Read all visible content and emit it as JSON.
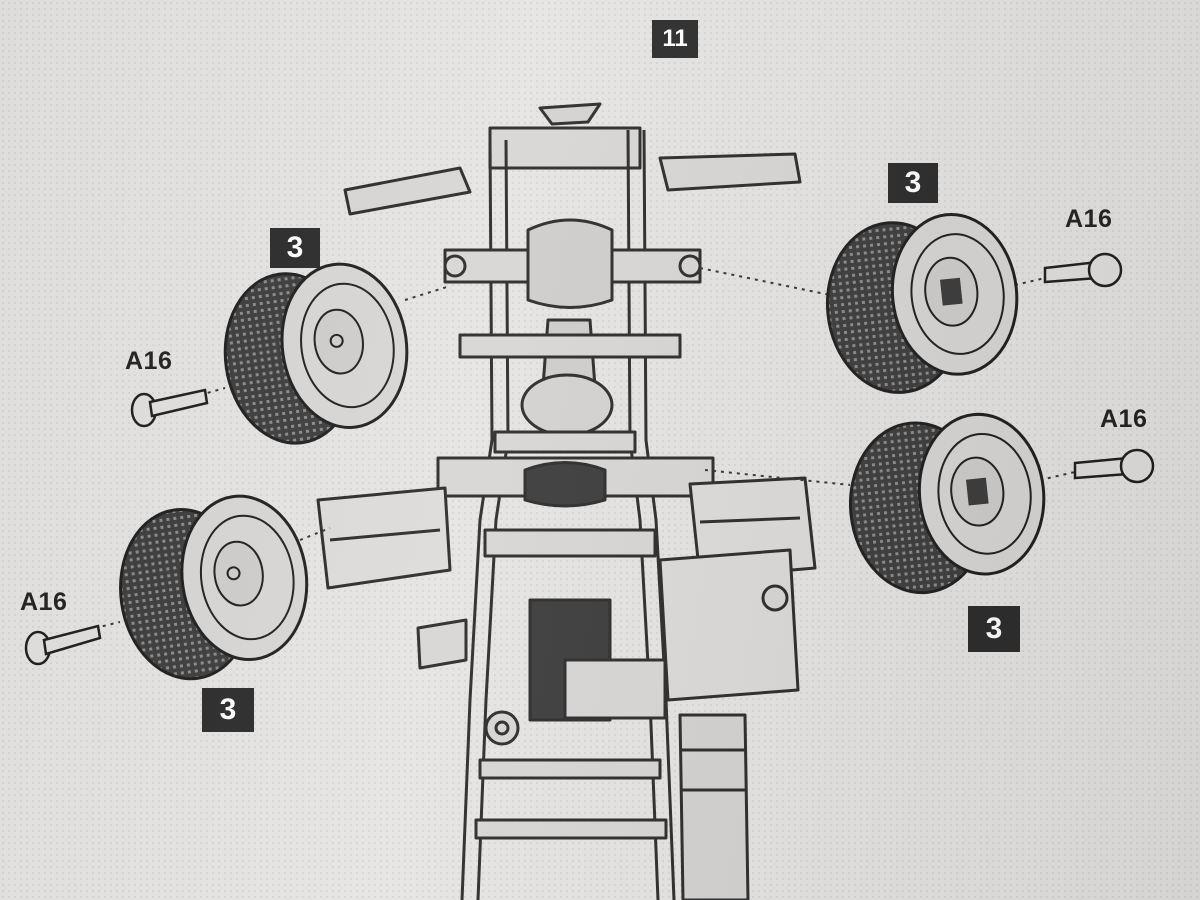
{
  "step": {
    "number": "11"
  },
  "callouts": {
    "wheel_part": "3",
    "bolt_part": "A16"
  },
  "colors": {
    "paper": "#e6e4e2",
    "ink": "#2a2a2a",
    "tire": "#3a3a3a"
  },
  "icons": [
    "wheel-icon",
    "bolt-icon",
    "chassis-frame-icon"
  ]
}
